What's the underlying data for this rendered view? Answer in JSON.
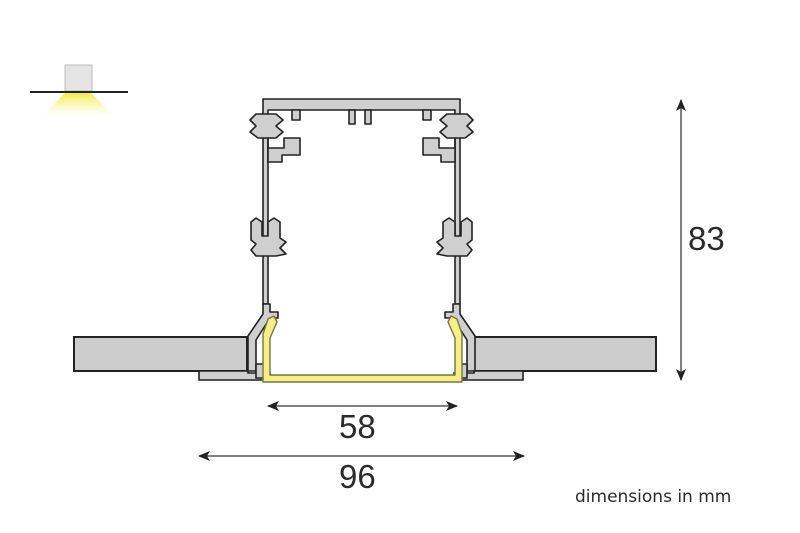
{
  "diagram": {
    "type": "technical cross-section drawing",
    "subject": "recessed linear LED aluminium profile with opal diffuser, installed in ceiling",
    "colors": {
      "profile_fill": "#cfcfcf",
      "outline": "#222222",
      "diffuser": "#f5ef86",
      "light_glow": "#f2ea3a",
      "dimension_line": "#555555",
      "text": "#2b2b2b"
    },
    "icon": {
      "name": "recessed-light-icon",
      "description": "small recessed fixture with downward yellow light beam"
    },
    "dimensions": {
      "height": {
        "value": "83",
        "orientation": "vertical"
      },
      "inner_width": {
        "value": "58",
        "orientation": "horizontal"
      },
      "outer_width": {
        "value": "96",
        "orientation": "horizontal"
      }
    },
    "units_note": "dimensions in mm"
  }
}
